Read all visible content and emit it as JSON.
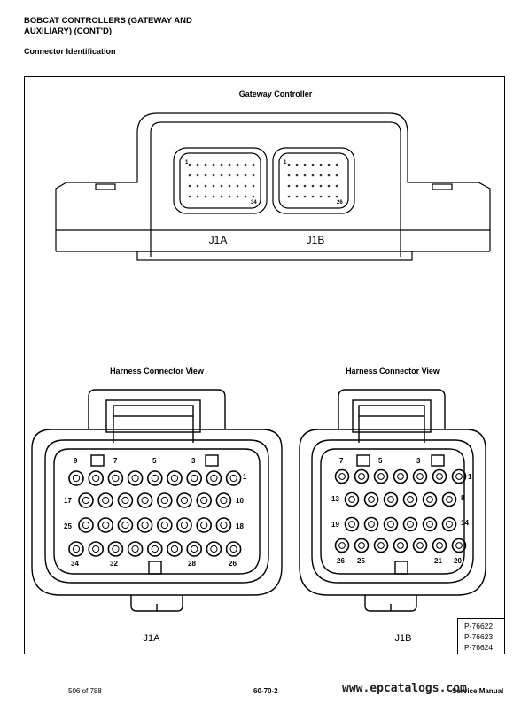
{
  "header": {
    "title_line1": "BOBCAT CONTROLLERS (GATEWAY AND",
    "title_line2": "AUXILIARY) (CONT'D)",
    "subtitle": "Connector Identification"
  },
  "figure": {
    "gateway_title": "Gateway Controller",
    "j1a_label": "J1A",
    "j1b_label": "J1B",
    "small_j1a_pin1": "1",
    "small_j1a_pin34": "34",
    "small_j1b_pin1": "1",
    "small_j1b_pin26": "26",
    "harness_title_left": "Harness Connector View",
    "harness_title_right": "Harness Connector View",
    "j1a_pins": {
      "row1": [
        "9",
        "7",
        "5",
        "3",
        "1"
      ],
      "row2": [
        "17",
        "10"
      ],
      "row3": [
        "25",
        "18"
      ],
      "row4": [
        "34",
        "32",
        "28",
        "26"
      ]
    },
    "j1b_pins": {
      "row1": [
        "7",
        "5",
        "3",
        "1"
      ],
      "row2": [
        "13",
        "8"
      ],
      "row3": [
        "19",
        "14"
      ],
      "row4": [
        "26",
        "25",
        "21",
        "20"
      ]
    },
    "bottom_j1a": "J1A",
    "bottom_j1b": "J1B",
    "refs": [
      "P-76622",
      "P-76623",
      "P-76624"
    ]
  },
  "footer": {
    "page_info": "506 of 788",
    "section": "60-70-2",
    "manual": "Service Manual",
    "watermark": "www.epcatalogs.com"
  }
}
